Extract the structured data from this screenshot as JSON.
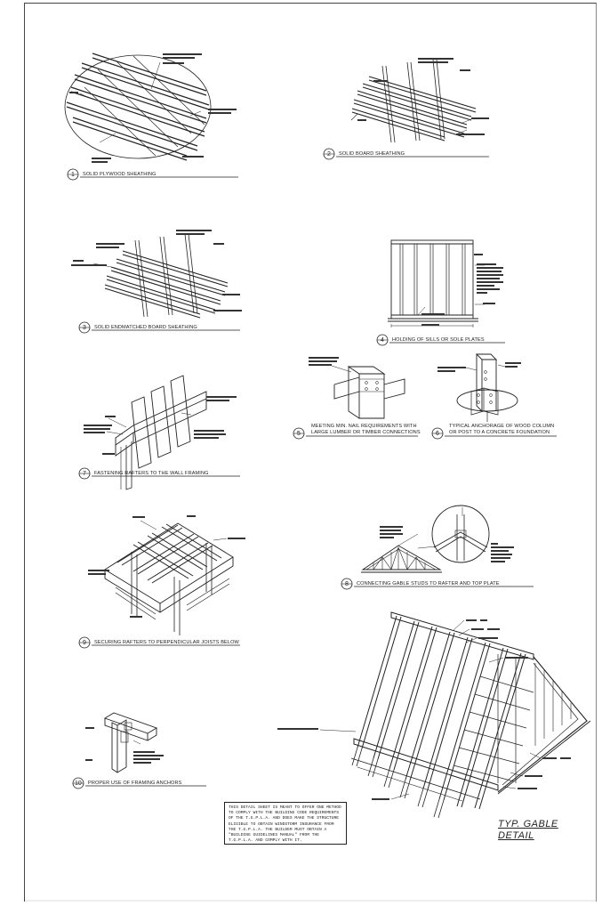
{
  "sheet": {
    "details": [
      {
        "num": "1",
        "caption": "SOLID PLYWOOD SHEATHING"
      },
      {
        "num": "2",
        "caption": "SOLID BOARD SHEATHING"
      },
      {
        "num": "3",
        "caption": "SOLID ENDMATCHED BOARD SHEATHING"
      },
      {
        "num": "4",
        "caption": "HOLDING OF SILLS OR SOLE PLATES"
      },
      {
        "num": "5",
        "caption": "MEETING MIN. NAIL REQUIREMENTS WITH",
        "caption2": "LARGE LUMBER OR TIMBER CONNECTIONS"
      },
      {
        "num": "6",
        "caption": "TYPICAL ANCHORAGE OF WOOD COLUMN",
        "caption2": "OR POST TO A CONCRETE FOUNDATION"
      },
      {
        "num": "7",
        "caption": "FASTENING RAFTERS TO THE WALL FRAMING"
      },
      {
        "num": "8",
        "caption": "CONNECTING GABLE STUDS TO RAFTER AND TOP PLATE"
      },
      {
        "num": "9",
        "caption": "SECURING RAFTERS TO PERPENDICULAR JOISTS BELOW"
      },
      {
        "num": "10",
        "caption": "PROPER USE OF FRAMING ANCHORS"
      }
    ],
    "note": "THIS DETAIL SHEET IS MEANT TO OFFER ONE METHOD TO COMPLY WITH THE BUILDING CODE REQUIREMENTS OF THE T.G.P.L.A. AND DOES MAKE THE STRUCTURE ELIGIBLE TO OBTAIN WINDSTORM INSURANCE FROM THE T.G.P.L.A. THE BUILDER MUST OBTAIN A \"BUILDING GUIDELINES MANUAL\" FROM THE T.G.P.L.A. AND COMPLY WITH IT.",
    "gable_title_1": "TYP. GABLE",
    "gable_title_2": "DETAIL"
  }
}
